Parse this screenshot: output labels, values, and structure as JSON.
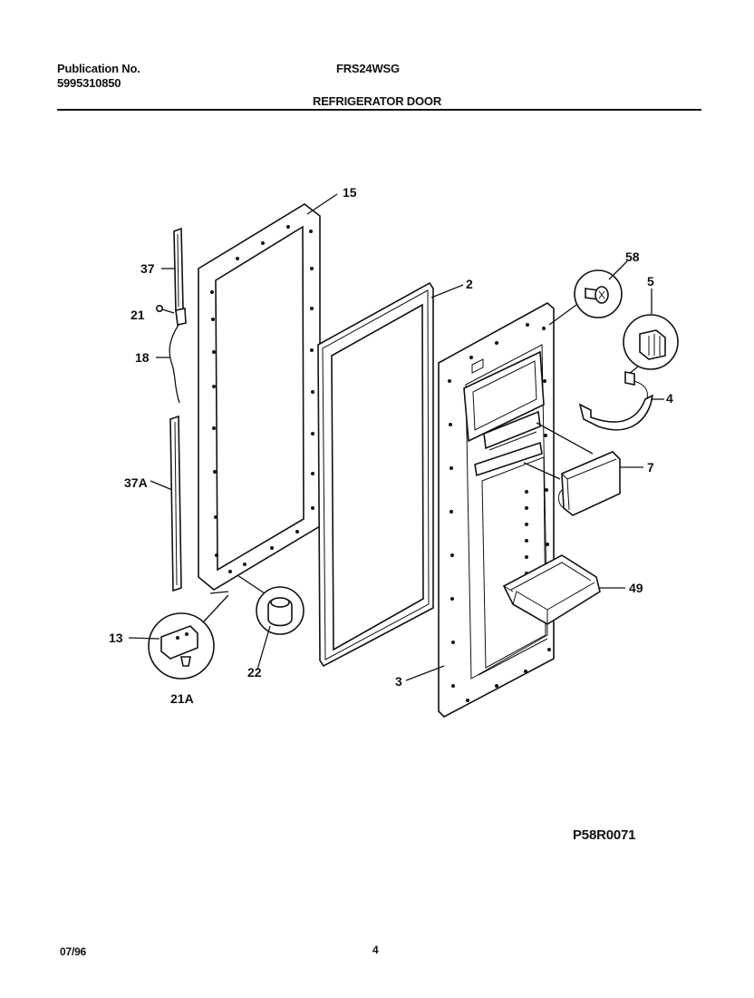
{
  "header": {
    "publication_label": "Publication No.",
    "publication_number": "5995310850",
    "model": "FRS24WSG",
    "section_title": "REFRIGERATOR DOOR"
  },
  "diagram": {
    "callouts": {
      "c15": "15",
      "c2": "2",
      "c58": "58",
      "c5": "5",
      "c4": "4",
      "c7": "7",
      "c49": "49",
      "c3": "3",
      "c37": "37",
      "c21": "21",
      "c18": "18",
      "c37a": "37A",
      "c13": "13",
      "c21a": "21A",
      "c22": "22"
    },
    "drawing_code": "P58R0071"
  },
  "footer": {
    "date": "07/96",
    "page_number": "4"
  }
}
